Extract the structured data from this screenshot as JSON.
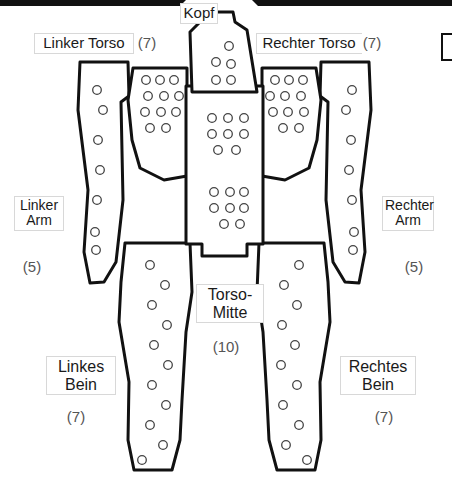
{
  "diagram": {
    "labels": [
      "Kopf",
      "Linker Torso",
      "(7)",
      "Rechter Torso",
      "(7)",
      "Linker Arm",
      "(5)",
      "Rechter Arm",
      "(5)",
      "Torso- Mitte",
      "(10)",
      "Linkes Bein",
      "(7)",
      "Rechtes Bein",
      "(7)"
    ]
  }
}
